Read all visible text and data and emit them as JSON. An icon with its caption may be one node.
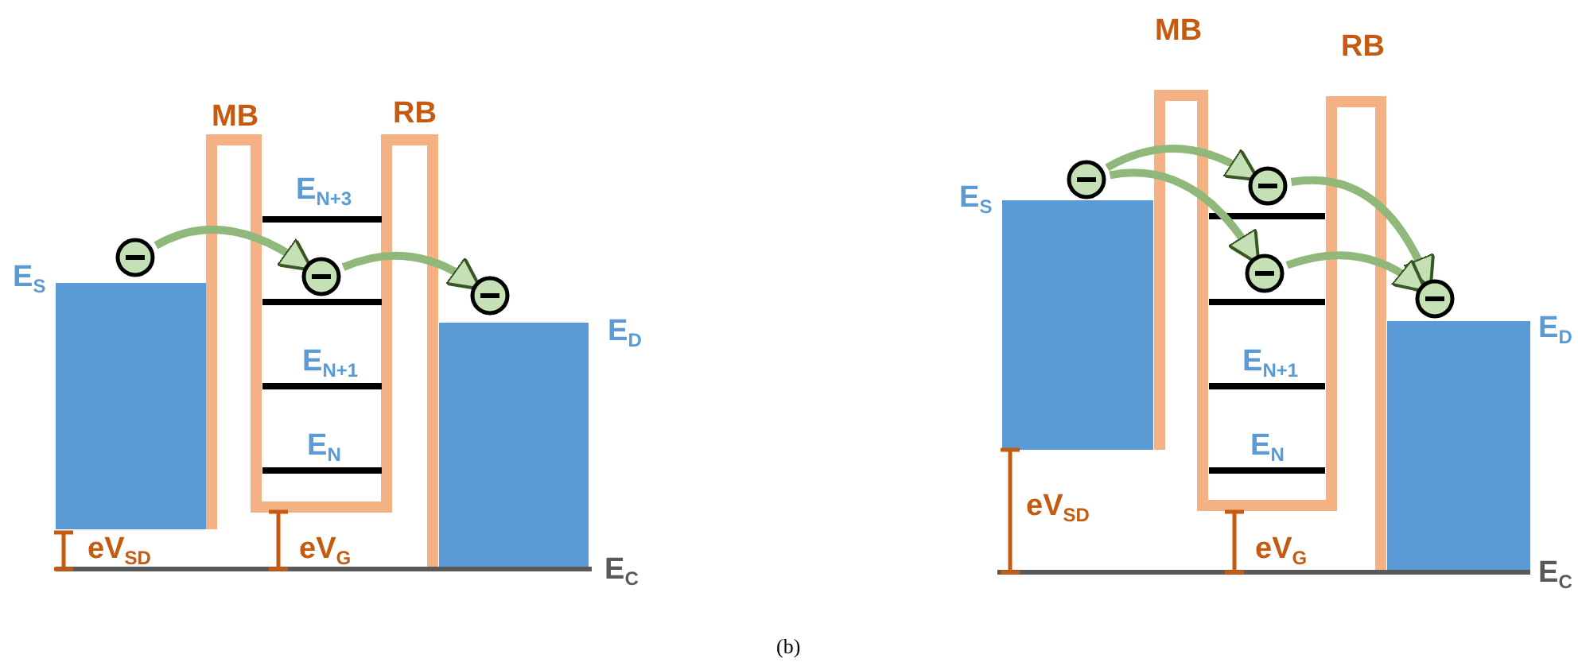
{
  "diagram": {
    "caption": "(b)",
    "nodes": [
      {
        "text": [],
        "shape": "circle"
      },
      {
        "text": [],
        "shape": "circle"
      },
      {
        "text": [],
        "shape": "circle"
      },
      {
        "text": [],
        "shape": "circle"
      },
      {
        "text": [],
        "shape": "circle"
      },
      {
        "text": [],
        "shape": "circle"
      },
      {
        "text": [],
        "shape": "circle"
      }
    ],
    "edges": [
      {
        "from": 0,
        "to": 1,
        "arrow": "to"
      },
      {
        "from": 1,
        "to": 2,
        "arrow": "to"
      },
      {
        "from": 3,
        "to": 4,
        "arrow": "to"
      },
      {
        "from": 3,
        "to": 5,
        "arrow": "to"
      },
      {
        "from": 4,
        "to": 6,
        "arrow": "to"
      },
      {
        "from": 5,
        "to": 6,
        "arrow": "to"
      }
    ],
    "labels": [
      "MB",
      "RB",
      "E$_{S}$",
      "E$_{N+3}$",
      "E$_{N+1}$",
      "E$_{N}$",
      "E$_{D}$",
      "eV$_{SD}$",
      "eV$_{G}$",
      "E$_{C}$",
      "MB",
      "RB",
      "E$_{S}$",
      "E$_{N+1}$",
      "E$_{N}$",
      "E$_{D}$",
      "eV$_{SD}$",
      "eV$_{G}$",
      "E$_{C}$"
    ]
  }
}
